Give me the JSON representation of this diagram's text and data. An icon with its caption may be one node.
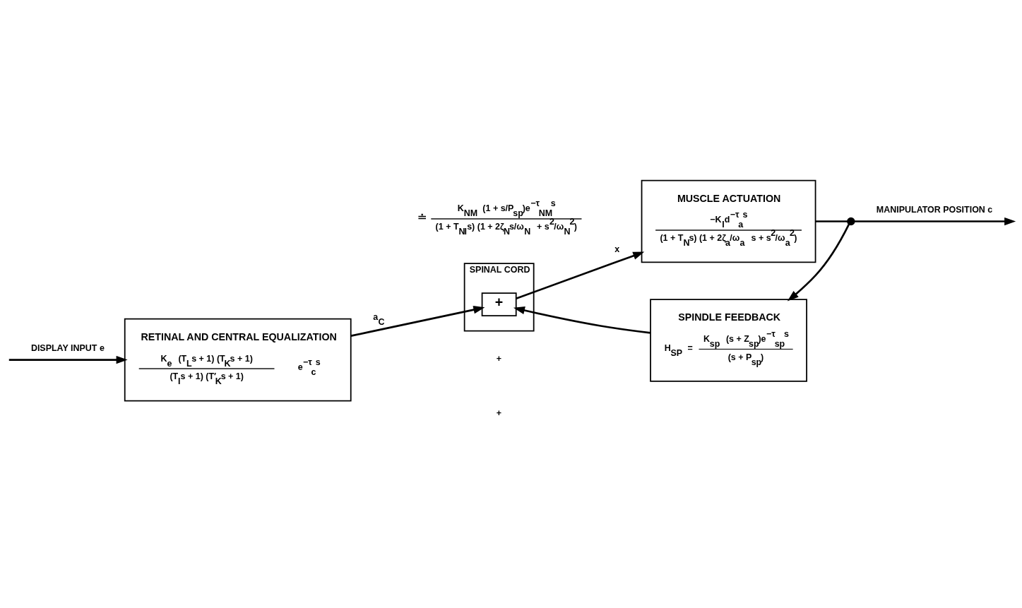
{
  "diagram": {
    "nodes": [
      {
        "text": [
          "RETINAL AND CENTRAL EQUALIZATION",
          "K$_{e}$ (T$_{L}$s + 1) (T$_{K}$s + 1)",
          "(T$_{I}$s + 1) (T′$_{K}$s + 1)",
          "e$^{−τ}$$_{c}$$^{s}$"
        ]
      },
      {
        "text": [
          "SPINAL CORD"
        ]
      },
      {
        "text": [
          "+"
        ],
        "in": 1
      },
      {
        "text": [
          "MUSCLE ACTUATION",
          "−K$_{I}$d$^{−τ}$$_{a}$$^{s}$",
          "(1 + T$_{N}$s) (1 + 2ζ$_{a}$/ω$_{a}$ s + s$^{2}$/ω$_{a}$$^{2}$)"
        ]
      },
      {
        "text": [],
        "shape": "circle"
      },
      {
        "text": [
          "SPINDLE FEEDBACK",
          "H$_{SP}$ =",
          "K$_{sp}$ (s + Z$_{sp}$)e$^{−τ}$$_{sp}$$^{s}$",
          "(s + P$_{sp}$)"
        ]
      }
    ],
    "edges": [
      {
        "from": null,
        "to": 0,
        "arrow": "to",
        "label": "DISPLAY INPUT e"
      },
      {
        "from": 0,
        "to": 2,
        "arrow": "to",
        "label": "a$_{C}$"
      },
      {
        "from": 2,
        "to": 3,
        "arrow": "to",
        "label": "x"
      },
      {
        "from": 3,
        "to": 4,
        "arrow": "none"
      },
      {
        "from": 4,
        "to": null,
        "arrow": "to",
        "label": "MANIPULATOR POSITION c"
      },
      {
        "from": 4,
        "to": 5,
        "arrow": "to"
      },
      {
        "from": 5,
        "to": 2,
        "arrow": "to"
      }
    ],
    "labels": [
      "≐",
      "K$_{NM}$ (1 + s/P$_{sp}$)e$^{−τ}$$_{NM}$$^{s}$",
      "(1 + T$_{N}$$_{I}$s) (1 + 2ζ$_{N}$s/ω$_{N}$ + s$^{2}$/ω$_{N}$$^{2}$)",
      "+",
      "+"
    ]
  }
}
